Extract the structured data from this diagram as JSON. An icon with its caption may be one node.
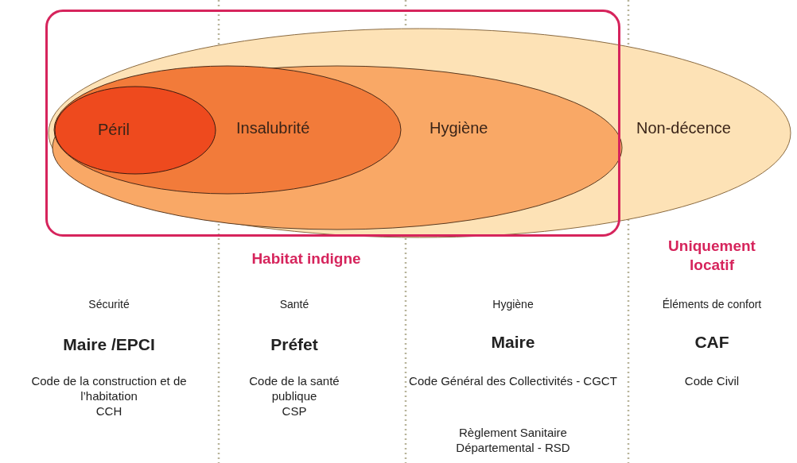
{
  "diagram": {
    "nodes": [
      {
        "text": [
          "Non-décence"
        ],
        "beside": [
          "Uniquement locatif"
        ]
      },
      {
        "text": [
          "Habitat indigne"
        ]
      },
      {
        "text": [
          "Hygiène"
        ],
        "in": 1
      },
      {
        "text": [
          "Insalubrité"
        ],
        "in": 2
      },
      {
        "text": [
          "Péril"
        ],
        "in": 3
      }
    ],
    "labels": [
      "Sécurité",
      "Santé",
      "Hygiène",
      "Éléments de confort",
      "Maire /EPCI",
      "Préfet",
      "Maire",
      "CAF",
      "Code de la construction et de l’habitation",
      "Code de la santé publique",
      "Code Général des Collectivités - CGCT",
      "Code Civil",
      "CCH",
      "CSP",
      "Règlement Sanitaire Départemental - RSD"
    ]
  }
}
